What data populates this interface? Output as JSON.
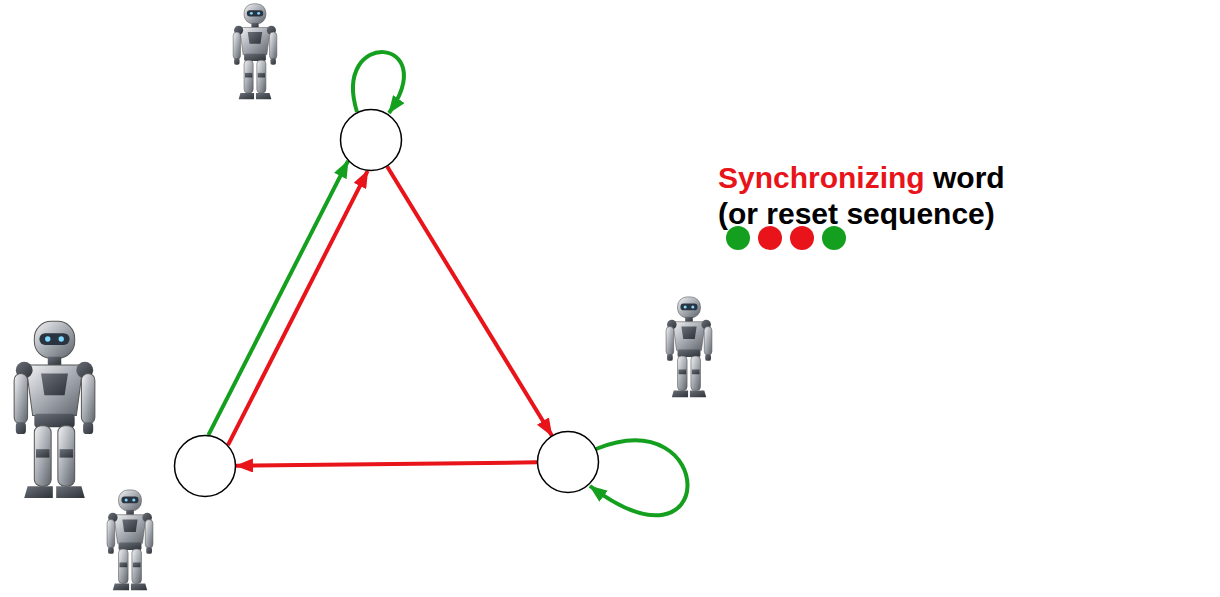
{
  "diagram": {
    "nodes": [
      {
        "text": []
      },
      {
        "text": []
      },
      {
        "text": []
      }
    ],
    "edges": [
      {
        "from": 1,
        "to": 0,
        "arrow": "to"
      },
      {
        "from": 1,
        "to": 0,
        "arrow": "to"
      },
      {
        "from": 0,
        "to": 2,
        "arrow": "to"
      },
      {
        "from": 2,
        "to": 1,
        "arrow": "to"
      },
      {
        "from": 0,
        "to": 0,
        "arrow": "to"
      },
      {
        "from": 2,
        "to": 2,
        "arrow": "to"
      }
    ],
    "labels": [
      "Synchronizing",
      "word",
      "(or reset sequence)"
    ]
  }
}
